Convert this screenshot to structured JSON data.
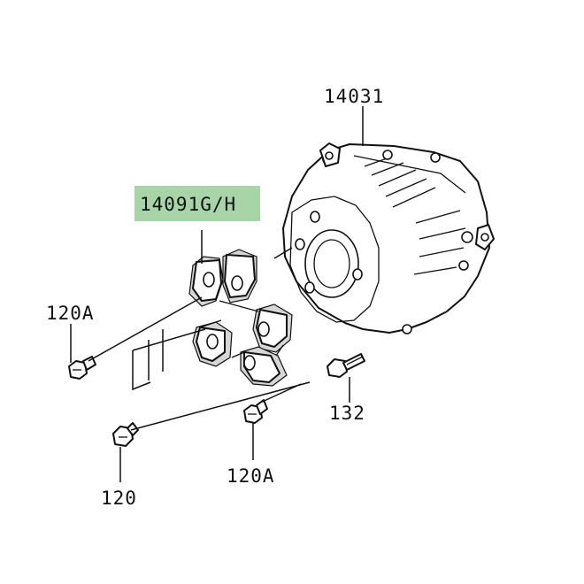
{
  "labels": {
    "cover": "14031",
    "cover_highlighted": "14091G/H",
    "bolt_upper_left": "120A",
    "bolt_lower_left": "120",
    "bolt_lower_center": "120A",
    "bolt_right": "132"
  },
  "colors": {
    "highlight": "#a8d5a8",
    "line": "#111111",
    "background": "#ffffff"
  }
}
